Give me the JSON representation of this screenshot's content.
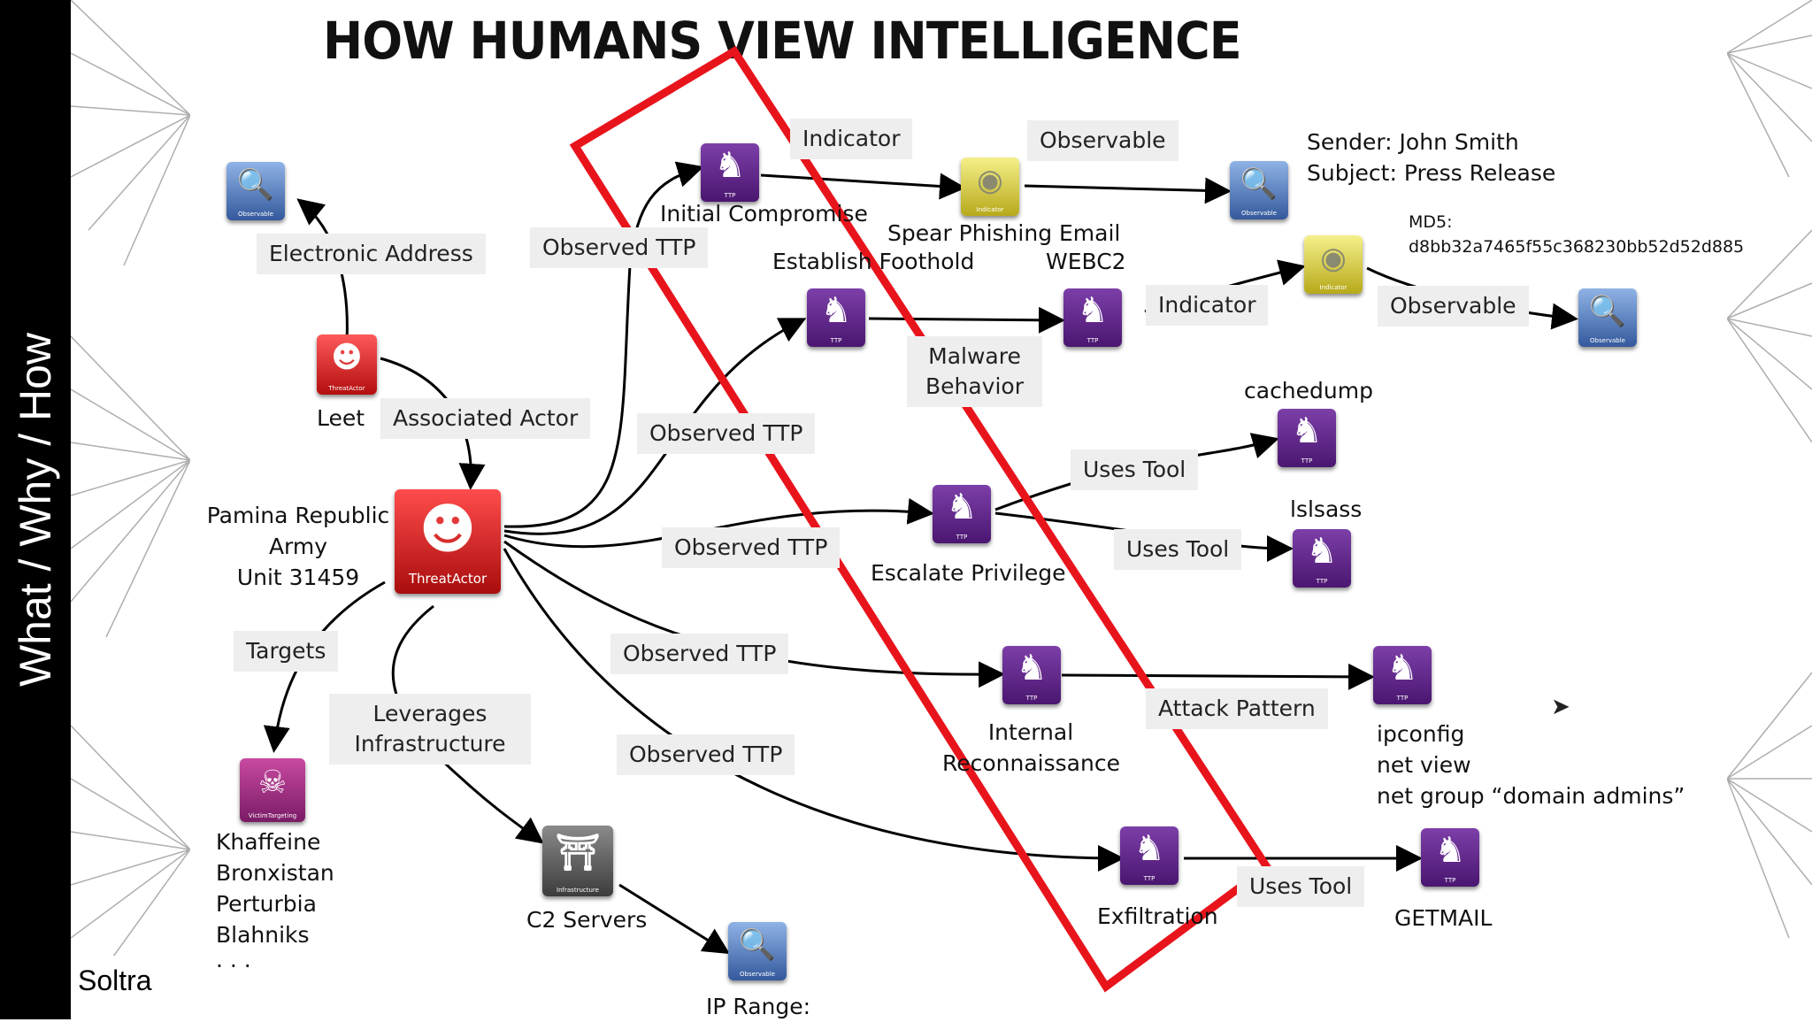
{
  "sidebar": {
    "text": "What / Why / How"
  },
  "footer": {
    "logo": "Soltra"
  },
  "title": "HOW HUMANS VIEW INTELLIGENCE",
  "edge_labels": {
    "electronic_address": "Electronic Address",
    "associated_actor": "Associated Actor",
    "targets": "Targets",
    "leverages_infrastructure": "Leverages Infrastructure",
    "observed_ttp_1": "Observed TTP",
    "observed_ttp_2": "Observed TTP",
    "observed_ttp_3": "Observed TTP",
    "observed_ttp_4": "Observed TTP",
    "observed_ttp_5": "Observed TTP",
    "indicator_1": "Indicator",
    "observable_1": "Observable",
    "indicator_2": "Indicator",
    "observable_2": "Observable",
    "malware_behavior": "Malware Behavior",
    "uses_tool_1": "Uses Tool",
    "uses_tool_2": "Uses Tool",
    "attack_pattern": "Attack Pattern",
    "uses_tool_3": "Uses Tool"
  },
  "node_text": {
    "leet": "Leet",
    "actor_name": [
      "Pamina Republic",
      "Army",
      "Unit 31459"
    ],
    "victims": [
      "Khaffeine",
      "Bronxistan",
      "Perturbia",
      "Blahniks",
      "· · ·"
    ],
    "c2_servers": "C2 Servers",
    "ip_range": "IP Range:",
    "initial_compromise": "Initial Compromise",
    "spear_phishing": "Spear Phishing Email",
    "sender": "Sender: John Smith",
    "subject": "Subject: Press Release",
    "establish_foothold": "Establish Foothold",
    "webc2": "WEBC2",
    "md5_label": "MD5:",
    "md5_value": "d8bb32a7465f55c368230bb52d52d885",
    "cachedump": "cachedump",
    "lslsass": "lslsass",
    "escalate_privilege": "Escalate Privilege",
    "internal_recon": [
      "Internal",
      "Reconnaissance"
    ],
    "ipconfig": [
      "ipconfig",
      "net view",
      "net group “domain admins”"
    ],
    "exfiltration": "Exfiltration",
    "getmail": "GETMAIL"
  },
  "icon_captions": {
    "observable": "Observable",
    "indicator": "Indicator",
    "ttp": "TTP",
    "threat_actor": "ThreatActor",
    "victim_targeting": "VictimTargeting",
    "infrastructure": "Infrastructure"
  },
  "colors": {
    "highlight": "#e8141c",
    "ttp": "#5a2080",
    "threat_actor": "#d81818",
    "observable": "#4a74b8",
    "indicator": "#e0d640"
  }
}
